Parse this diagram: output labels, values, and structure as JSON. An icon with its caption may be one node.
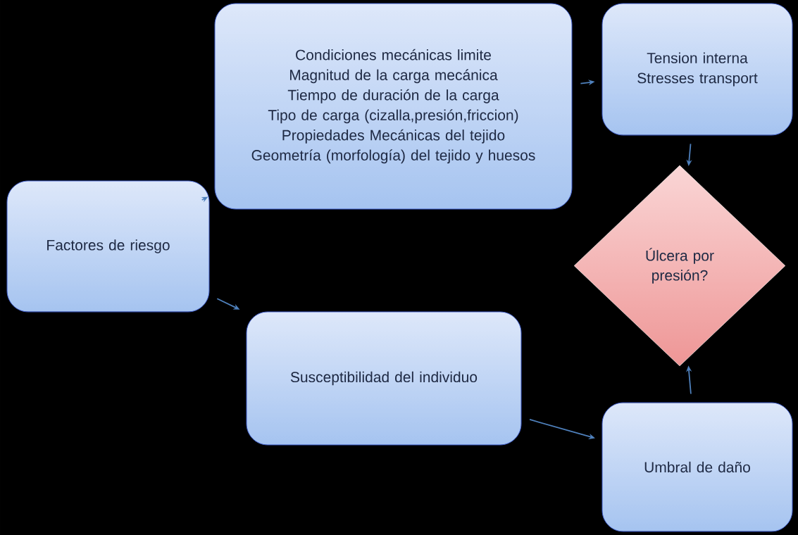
{
  "diagram": {
    "nodes": [
      {
        "text": [
          "Factores de riesgo"
        ]
      },
      {
        "text": [
          "Condiciones mecánicas limite",
          "Magnitud de la carga mecánica",
          "Tiempo de duración de la carga",
          "Tipo de carga (cizalla,presión,friccion)",
          "Propiedades Mecánicas del tejido",
          "Geometría (morfología) del tejido y huesos"
        ]
      },
      {
        "text": [
          "Tension interna",
          "Stresses transport"
        ]
      },
      {
        "text": [
          "Úlcera por presión?"
        ]
      },
      {
        "text": [
          "Susceptibilidad del individuo"
        ]
      },
      {
        "text": [
          "Umbral de daño"
        ]
      }
    ],
    "edges": [
      {
        "from": 0,
        "to": 1,
        "arrow": "to"
      },
      {
        "from": 1,
        "to": 2,
        "arrow": "to"
      },
      {
        "from": 2,
        "to": 3,
        "arrow": "to"
      },
      {
        "from": 0,
        "to": 4,
        "arrow": "to"
      },
      {
        "from": 4,
        "to": 5,
        "arrow": "to"
      },
      {
        "from": 5,
        "to": 3,
        "arrow": "to"
      }
    ]
  }
}
